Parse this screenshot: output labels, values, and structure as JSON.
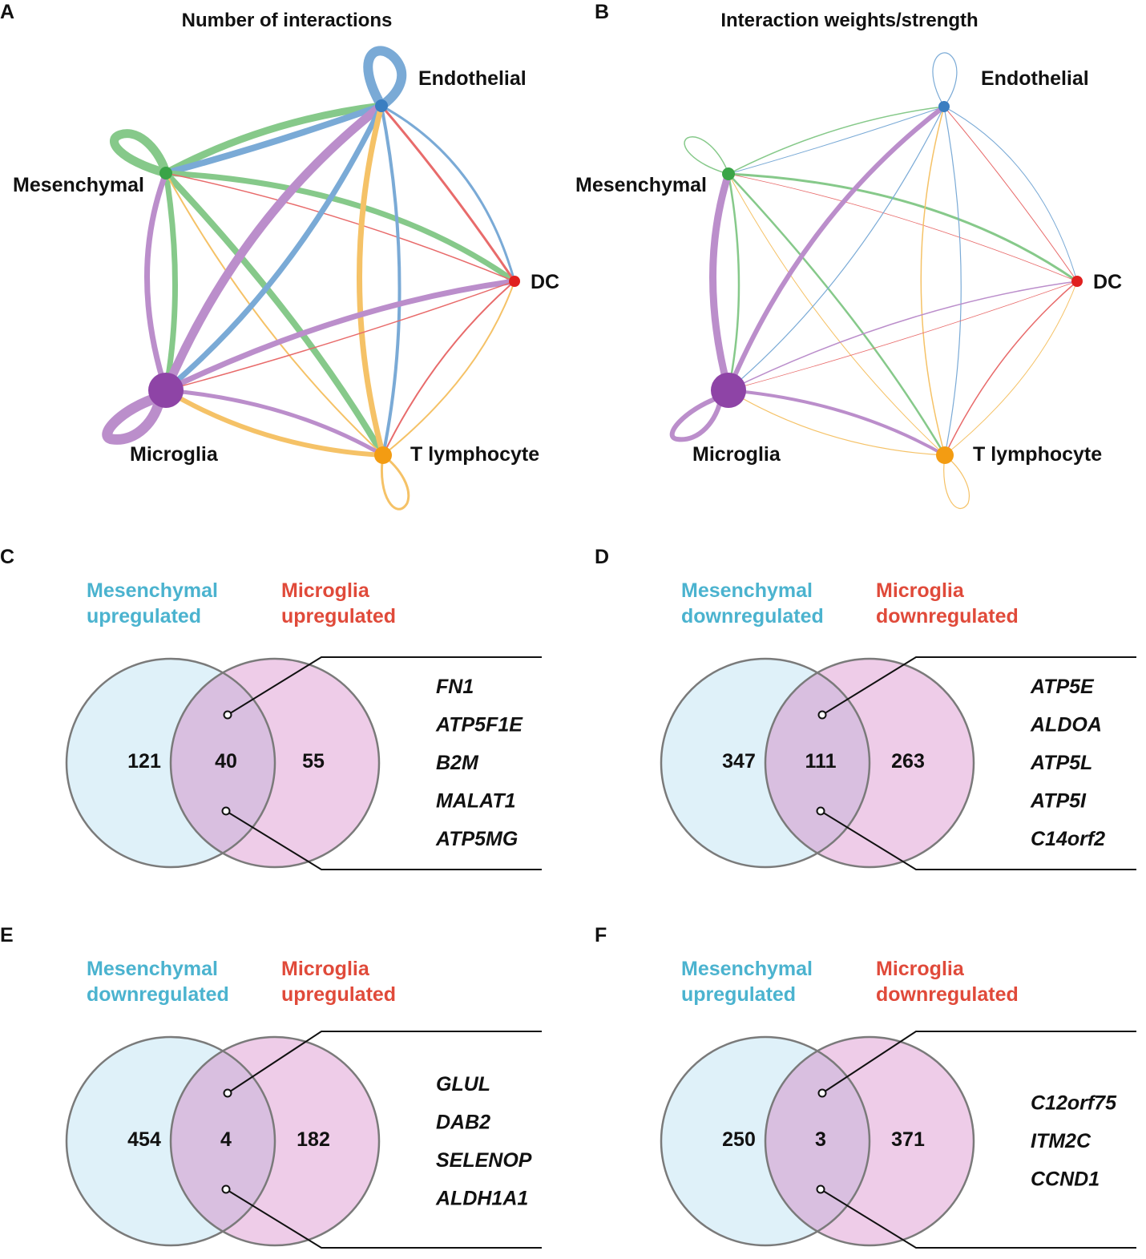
{
  "network_panels": [
    {
      "panel": "A",
      "title": "Number of interactions",
      "nodes": [
        {
          "name": "Endothelial",
          "color": "#3a7ec1"
        },
        {
          "name": "Mesenchymal",
          "color": "#3aa447"
        },
        {
          "name": "DC",
          "color": "#e0201f"
        },
        {
          "name": "Microglia",
          "color": "#8e44a6"
        },
        {
          "name": "T lymphocyte",
          "color": "#f39c12"
        }
      ]
    },
    {
      "panel": "B",
      "title": "Interaction weights/strength",
      "nodes": [
        {
          "name": "Endothelial",
          "color": "#3a7ec1"
        },
        {
          "name": "Mesenchymal",
          "color": "#3aa447"
        },
        {
          "name": "DC",
          "color": "#e0201f"
        },
        {
          "name": "Microglia",
          "color": "#8e44a6"
        },
        {
          "name": "T lymphocyte",
          "color": "#f39c12"
        }
      ]
    }
  ],
  "colors": {
    "set_left_label": "#4bb3cf",
    "set_right_label": "#e04a3a",
    "circle_left_fill": "#dff1f9",
    "circle_right_fill": "#eecce8",
    "overlap_fill": "#d9bfe0",
    "circle_stroke": "#7a7a7a"
  },
  "venn_panels": [
    {
      "panel": "C",
      "left_label": [
        "Mesenchymal",
        "upregulated"
      ],
      "right_label": [
        "Microglia",
        "upregulated"
      ],
      "left_only": "121",
      "overlap": "40",
      "right_only": "55",
      "genes": [
        "FN1",
        "ATP5F1E",
        "B2M",
        "MALAT1",
        "ATP5MG"
      ]
    },
    {
      "panel": "D",
      "left_label": [
        "Mesenchymal",
        "downregulated"
      ],
      "right_label": [
        "Microglia",
        "downregulated"
      ],
      "left_only": "347",
      "overlap": "111",
      "right_only": "263",
      "genes": [
        "ATP5E",
        "ALDOA",
        "ATP5L",
        "ATP5I",
        "C14orf2"
      ]
    },
    {
      "panel": "E",
      "left_label": [
        "Mesenchymal",
        "downregulated"
      ],
      "right_label": [
        "Microglia",
        "upregulated"
      ],
      "left_only": "454",
      "overlap": "4",
      "right_only": "182",
      "genes": [
        "GLUL",
        "DAB2",
        "SELENOP",
        "ALDH1A1"
      ]
    },
    {
      "panel": "F",
      "left_label": [
        "Mesenchymal",
        "upregulated"
      ],
      "right_label": [
        "Microglia",
        "downregulated"
      ],
      "left_only": "250",
      "overlap": "3",
      "right_only": "371",
      "genes": [
        "C12orf75",
        "ITM2C",
        "CCND1"
      ]
    }
  ]
}
